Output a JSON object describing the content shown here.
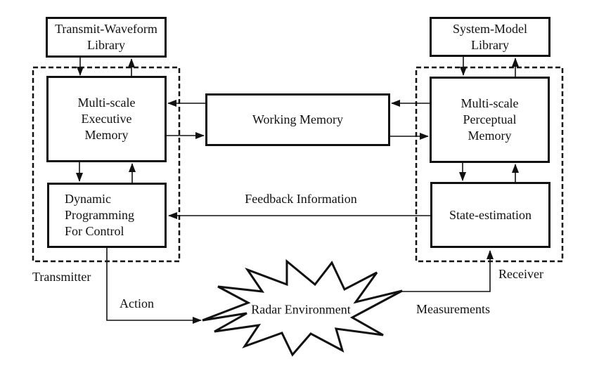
{
  "boxes": {
    "transmit_waveform_library": "Transmit-Waveform\nLibrary",
    "system_model_library": "System-Model\nLibrary",
    "executive_memory": "Multi-scale\nExecutive\nMemory",
    "perceptual_memory": "Multi-scale\nPerceptual\nMemory",
    "working_memory": "Working Memory",
    "dynamic_programming": "Dynamic\nProgramming\nFor Control",
    "state_estimation": "State-estimation"
  },
  "labels": {
    "transmitter": "Transmitter",
    "receiver": "Receiver",
    "action": "Action",
    "measurements": "Measurements",
    "feedback": "Feedback Information",
    "environment": "Radar Environment"
  },
  "colors": {
    "ink": "#111111",
    "background": "#ffffff"
  }
}
